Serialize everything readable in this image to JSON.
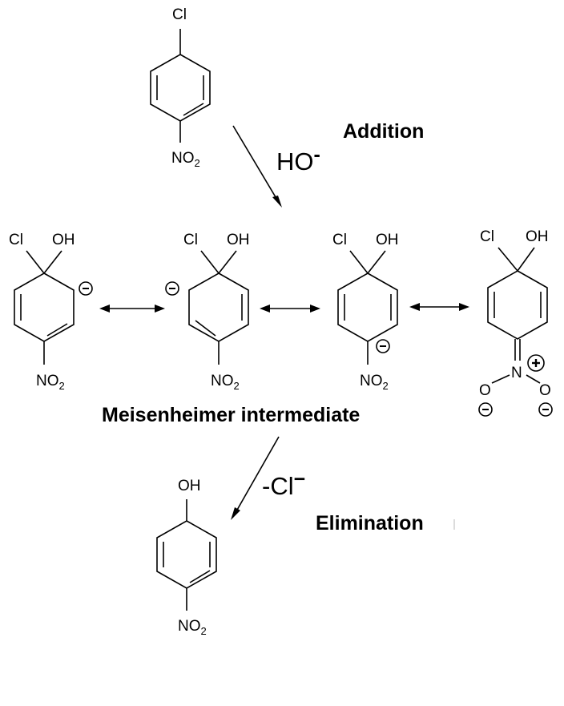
{
  "labels": {
    "addition": "Addition",
    "meisenheimer": "Meisenheimer intermediate",
    "elimination": "Elimination"
  },
  "reagents": {
    "hydroxide_base": "HO",
    "hydroxide_charge": "-",
    "chloride_loss_prefix": "-Cl",
    "chloride_charge": "−"
  },
  "atoms": {
    "chlorine": "Cl",
    "hydroxyl": "OH",
    "nitro_n": "NO",
    "nitro_subscript": "2",
    "nitrogen": "N",
    "oxygen": "O"
  },
  "charges": {
    "minus": "−",
    "plus": "+"
  }
}
